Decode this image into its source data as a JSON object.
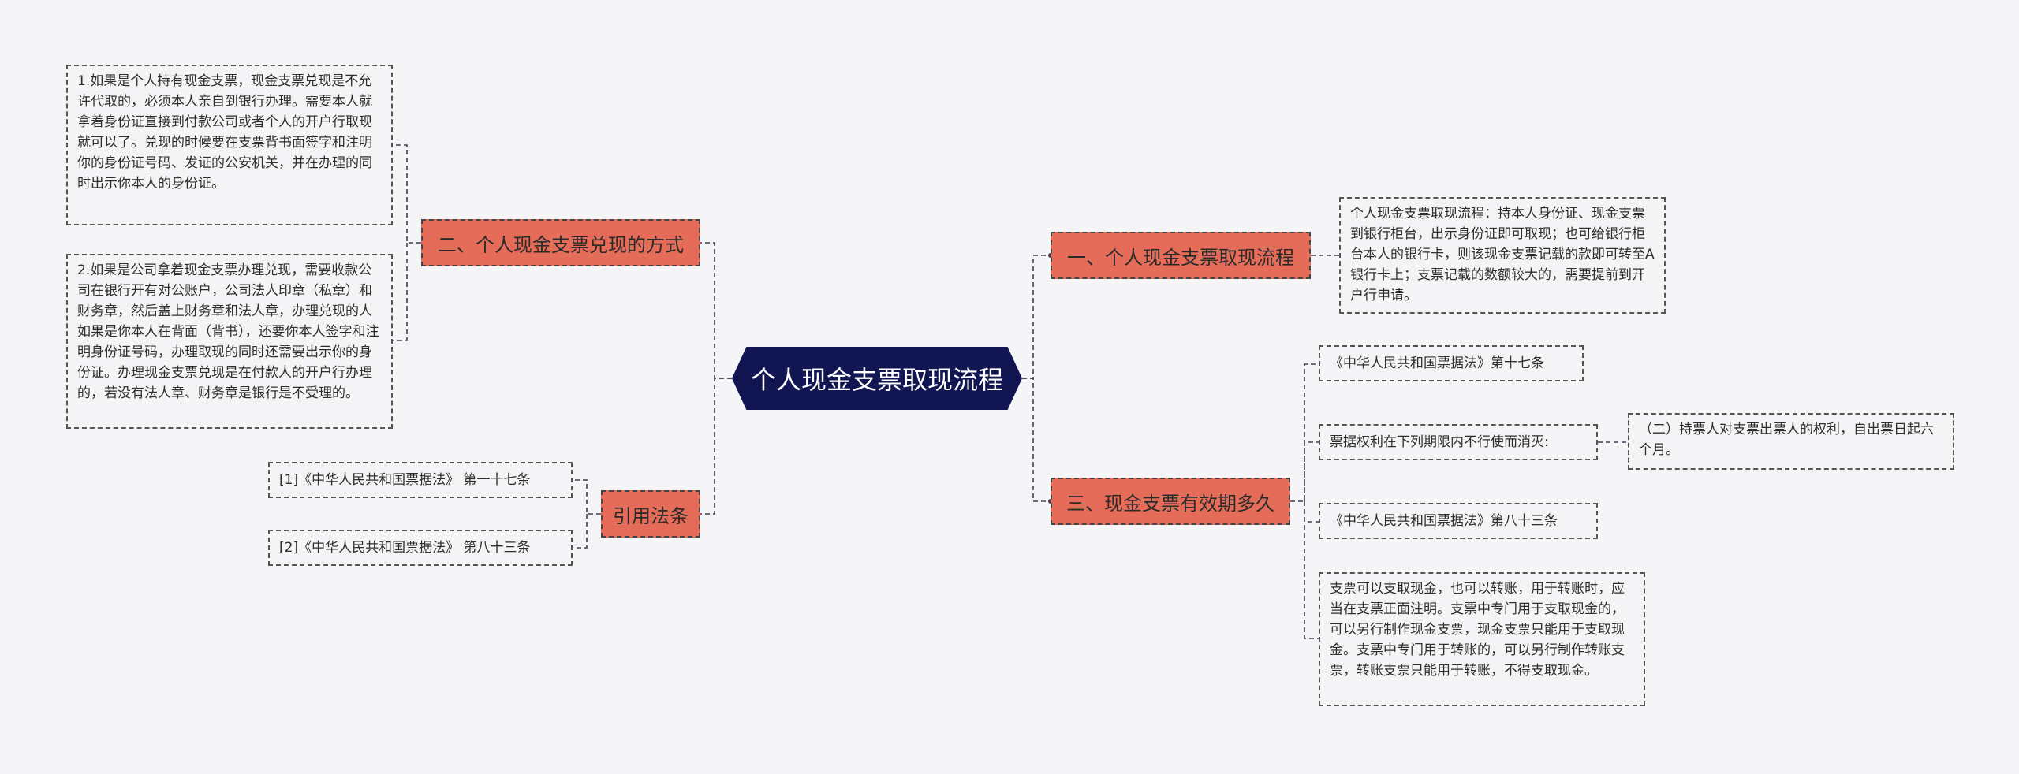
{
  "root": {
    "label": "个人现金支票取现流程"
  },
  "branches": {
    "b1": {
      "label": "一、个人现金支票取现流程",
      "leaf": "个人现金支票取现流程：持本人身份证、现金支票到银行柜台，出示身份证即可取现；也可给银行柜台本人的银行卡，则该现金支票记载的款即可转至A银行卡上；支票记载的数额较大的，需要提前到开户行申请。"
    },
    "b2": {
      "label": "二、个人现金支票兑现的方式",
      "leaf1": "1.如果是个人持有现金支票，现金支票兑现是不允许代取的，必须本人亲自到银行办理。需要本人就拿着身份证直接到付款公司或者个人的开户行取现就可以了。兑现的时候要在支票背书面签字和注明你的身份证号码、发证的公安机关，并在办理的同时出示你本人的身份证。",
      "leaf2": "2.如果是公司拿着现金支票办理兑现，需要收款公司在银行开有对公账户，公司法人印章（私章）和财务章，然后盖上财务章和法人章，办理兑现的人如果是你本人在背面（背书），还要你本人签字和注明身份证号码，办理取现的同时还需要出示你的身份证。办理现金支票兑现是在付款人的开户行办理的，若没有法人章、财务章是银行是不受理的。"
    },
    "b3": {
      "label": "三、现金支票有效期多久",
      "leaf1": "《中华人民共和国票据法》第十七条",
      "leaf2": "票据权利在下列期限内不行使而消灭:",
      "leaf2_child": "（二）持票人对支票出票人的权利，自出票日起六个月。",
      "leaf3": "《中华人民共和国票据法》第八十三条",
      "leaf4": "支票可以支取现金，也可以转账，用于转账时，应当在支票正面注明。支票中专门用于支取现金的，可以另行制作现金支票，现金支票只能用于支取现金。支票中专门用于转账的，可以另行制作转账支票，转账支票只能用于转账，不得支取现金。"
    },
    "b4": {
      "label": "引用法条",
      "leaf1": "[1]《中华人民共和国票据法》 第一十七条",
      "leaf2": "[2]《中华人民共和国票据法》 第八十三条"
    }
  }
}
